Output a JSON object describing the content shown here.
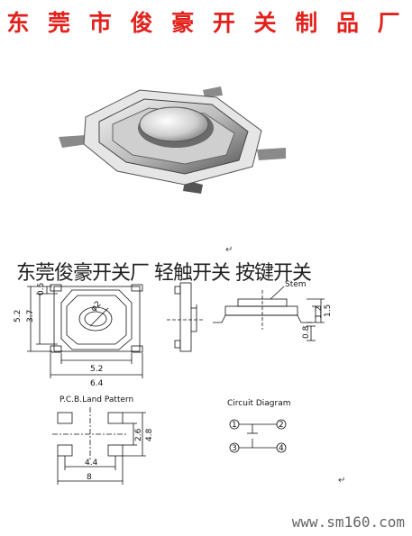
{
  "header": {
    "title": "东 莞 市 俊 豪 开 关 制 品 厂"
  },
  "subtitle": "东莞俊豪开关厂 轻触开关 按键开关",
  "marks": {
    "return1": "↵",
    "return2": "↵"
  },
  "top_view": {
    "d_side": "5.2",
    "d_inner": "3.7",
    "d_small": "0.5",
    "d_width": "5.2",
    "d_total": "6.4",
    "d_circle": "φ2"
  },
  "side_view": {
    "stem_label": "Stem",
    "h1": "1.5",
    "h2": "1.2",
    "h3": "0.8"
  },
  "pcb": {
    "label": "P.C.B.Land Pattern",
    "d1": "2.6",
    "d2": "4.8",
    "d3": "4.4",
    "d4": "8"
  },
  "circuit": {
    "label": "Circuit Diagram",
    "pins": [
      "1",
      "2",
      "3",
      "4"
    ]
  },
  "watermark": "www.sm160.com"
}
